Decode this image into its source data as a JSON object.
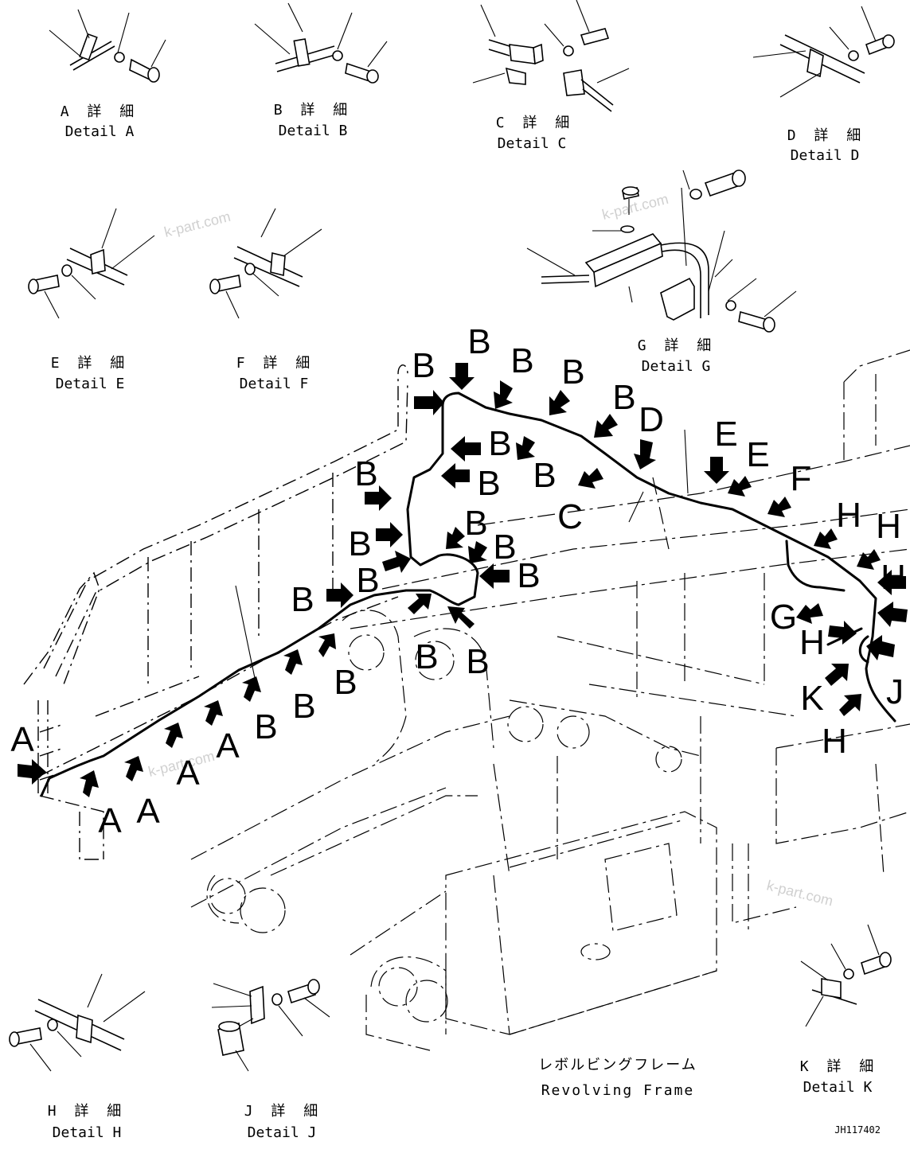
{
  "drawing_code": "JH117402",
  "watermark": "k-part.com",
  "frame_label": {
    "jp": "レボルビングフレーム",
    "en": "Revolving Frame"
  },
  "details": [
    {
      "id": "A",
      "jp": "A 詳 細",
      "en": "Detail A"
    },
    {
      "id": "B",
      "jp": "B 詳 細",
      "en": "Detail B"
    },
    {
      "id": "C",
      "jp": "C 詳 細",
      "en": "Detail C"
    },
    {
      "id": "D",
      "jp": "D 詳 細",
      "en": "Detail D"
    },
    {
      "id": "E",
      "jp": "E 詳 細",
      "en": "Detail E"
    },
    {
      "id": "F",
      "jp": "F 詳 細",
      "en": "Detail F"
    },
    {
      "id": "G",
      "jp": "G 詳 細",
      "en": "Detail G"
    },
    {
      "id": "H",
      "jp": "H 詳 細",
      "en": "Detail H"
    },
    {
      "id": "J",
      "jp": "J 詳 細",
      "en": "Detail J"
    },
    {
      "id": "K",
      "jp": "K 詳 細",
      "en": "Detail K"
    }
  ],
  "callouts": {
    "a": "A",
    "b": "B",
    "c": "C",
    "d": "D",
    "e": "E",
    "f": "F",
    "g": "G",
    "h": "H",
    "j": "J",
    "k": "K"
  }
}
